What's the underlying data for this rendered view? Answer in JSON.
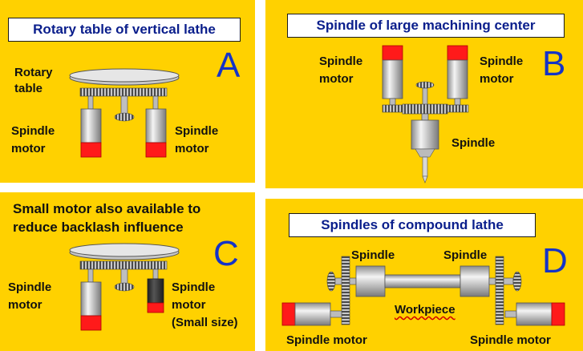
{
  "colors": {
    "panel": "#ffd100",
    "title_text": "#0a1e8c",
    "letter": "#1433c8",
    "motor_body": "#dcdcdc",
    "motor_cap_red": "#ff1a1a",
    "small_motor": "#3a3a3a"
  },
  "panels": {
    "A": {
      "title": "Rotary table of vertical lathe",
      "letter": "A",
      "rotary_table": "Rotary table",
      "rotary_table_line1": "Rotary",
      "rotary_table_line2": "table",
      "left_motor_line1": "Spindle",
      "left_motor_line2": "motor",
      "right_motor_line1": "Spindle",
      "right_motor_line2": "motor"
    },
    "B": {
      "title": "Spindle of large machining center",
      "letter": "B",
      "left_motor_line1": "Spindle",
      "left_motor_line2": "motor",
      "right_motor_line1": "Spindle",
      "right_motor_line2": "motor",
      "spindle": "Spindle"
    },
    "C": {
      "note_line1": "Small motor also available to",
      "note_line2": "reduce backlash influence",
      "letter": "C",
      "left_motor_line1": "Spindle",
      "left_motor_line2": "motor",
      "right_motor_line1": "Spindle",
      "right_motor_line2": "motor",
      "right_motor_line3": "(Small size)"
    },
    "D": {
      "title": "Spindles of compound lathe",
      "letter": "D",
      "left_spindle": "Spindle",
      "right_spindle": "Spindle",
      "workpiece": "Workpiece",
      "left_motor": "Spindle motor",
      "right_motor": "Spindle motor"
    }
  }
}
